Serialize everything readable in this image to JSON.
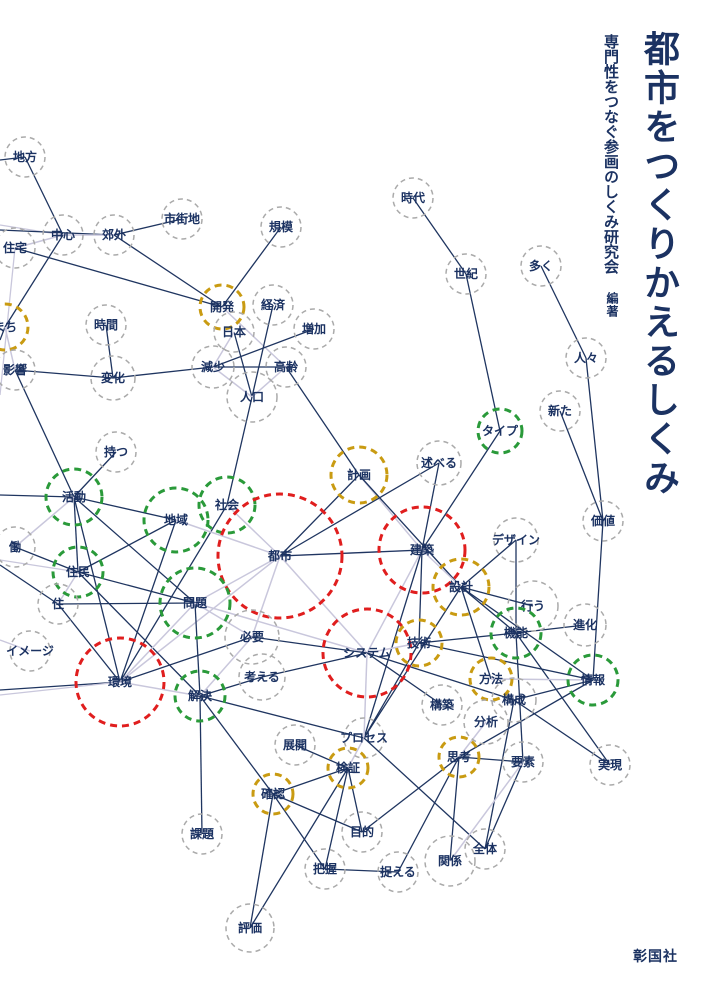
{
  "cover": {
    "title": "都市をつくりかえるしくみ",
    "subtitle": "専門性をつなぐ参画のしくみ研究会",
    "editor_role": "編著",
    "publisher": "彰国社"
  },
  "colors": {
    "text": "#1b3262",
    "edge_dark": "#1f3560",
    "edge_light": "#c9c7dc",
    "gray": "#aaaaaa",
    "gold": "#c99b12",
    "green": "#2a9a3a",
    "red": "#e01e1e"
  },
  "diagram": {
    "nodes": [
      {
        "id": "chiho",
        "label": "地方",
        "group": "gray"
      },
      {
        "id": "chushin",
        "label": "中心",
        "group": "gray"
      },
      {
        "id": "jutaku",
        "label": "住宅",
        "group": "gray"
      },
      {
        "id": "kogai",
        "label": "郊外",
        "group": "gray"
      },
      {
        "id": "shigaichi",
        "label": "市街地",
        "group": "gray"
      },
      {
        "id": "kibo",
        "label": "規模",
        "group": "gray"
      },
      {
        "id": "jidai",
        "label": "時代",
        "group": "gray"
      },
      {
        "id": "seiki",
        "label": "世紀",
        "group": "gray"
      },
      {
        "id": "ooku",
        "label": "多く",
        "group": "gray"
      },
      {
        "id": "kaihatsu",
        "label": "開発",
        "group": "gold"
      },
      {
        "id": "keizai",
        "label": "経済",
        "group": "gray"
      },
      {
        "id": "nihon",
        "label": "日本",
        "group": "gray"
      },
      {
        "id": "zouka",
        "label": "増加",
        "group": "gray"
      },
      {
        "id": "machi",
        "label": "まち",
        "group": "gold"
      },
      {
        "id": "jikan",
        "label": "時間",
        "group": "gray"
      },
      {
        "id": "henka",
        "label": "変化",
        "group": "gray"
      },
      {
        "id": "eikyo",
        "label": "影響",
        "group": "gray"
      },
      {
        "id": "genshou",
        "label": "減少",
        "group": "gray"
      },
      {
        "id": "koureii",
        "label": "高齢",
        "group": "gray"
      },
      {
        "id": "jinko",
        "label": "人口",
        "group": "gray"
      },
      {
        "id": "hitobito",
        "label": "人々",
        "group": "gray"
      },
      {
        "id": "arata",
        "label": "新た",
        "group": "gray"
      },
      {
        "id": "type",
        "label": "タイプ",
        "group": "green"
      },
      {
        "id": "motsu",
        "label": "持つ",
        "group": "gray"
      },
      {
        "id": "katsudo",
        "label": "活動",
        "group": "green"
      },
      {
        "id": "shakai",
        "label": "社会",
        "group": "green"
      },
      {
        "id": "chiiki",
        "label": "地域",
        "group": "green"
      },
      {
        "id": "keikaku",
        "label": "計画",
        "group": "gold"
      },
      {
        "id": "noberu",
        "label": "述べる",
        "group": "gray"
      },
      {
        "id": "toshi",
        "label": "都市",
        "group": "red"
      },
      {
        "id": "kenchiku",
        "label": "建築",
        "group": "red"
      },
      {
        "id": "design",
        "label": "デザイン",
        "group": "gray"
      },
      {
        "id": "kachi",
        "label": "価値",
        "group": "gray"
      },
      {
        "id": "hataraku",
        "label": "働",
        "group": "gray"
      },
      {
        "id": "jumin",
        "label": "住民",
        "group": "green"
      },
      {
        "id": "ju",
        "label": "住",
        "group": "gray"
      },
      {
        "id": "mondai",
        "label": "問題",
        "group": "green"
      },
      {
        "id": "sekkei",
        "label": "設計",
        "group": "gold"
      },
      {
        "id": "okonau",
        "label": "行う",
        "group": "gray"
      },
      {
        "id": "kinou",
        "label": "機能",
        "group": "green"
      },
      {
        "id": "shinka",
        "label": "進化",
        "group": "gray"
      },
      {
        "id": "hitsuyo",
        "label": "必要",
        "group": "gray"
      },
      {
        "id": "image",
        "label": "イメージ",
        "group": "gray"
      },
      {
        "id": "system",
        "label": "システム",
        "group": "red"
      },
      {
        "id": "gijutsu",
        "label": "技術",
        "group": "gold"
      },
      {
        "id": "kangaeru",
        "label": "考える",
        "group": "gray"
      },
      {
        "id": "kankyo",
        "label": "環境",
        "group": "red"
      },
      {
        "id": "kaiketsu",
        "label": "解決",
        "group": "green"
      },
      {
        "id": "houhou",
        "label": "方法",
        "group": "gold"
      },
      {
        "id": "jouhou",
        "label": "情報",
        "group": "green"
      },
      {
        "id": "kousei",
        "label": "構成",
        "group": "gray"
      },
      {
        "id": "kouchiku",
        "label": "構築",
        "group": "gray"
      },
      {
        "id": "bunseki",
        "label": "分析",
        "group": "gray"
      },
      {
        "id": "process",
        "label": "プロセス",
        "group": "gray"
      },
      {
        "id": "tenkai",
        "label": "展開",
        "group": "gray"
      },
      {
        "id": "shikou",
        "label": "思考",
        "group": "gold"
      },
      {
        "id": "youso",
        "label": "要素",
        "group": "gray"
      },
      {
        "id": "jitsugen",
        "label": "実現",
        "group": "gray"
      },
      {
        "id": "kensho",
        "label": "検証",
        "group": "gold"
      },
      {
        "id": "kakunin",
        "label": "確認",
        "group": "gold"
      },
      {
        "id": "kadai",
        "label": "課題",
        "group": "gray"
      },
      {
        "id": "mokuteki",
        "label": "目的",
        "group": "gray"
      },
      {
        "id": "zentai",
        "label": "全体",
        "group": "gray"
      },
      {
        "id": "kankei",
        "label": "関係",
        "group": "gray"
      },
      {
        "id": "haaku",
        "label": "把握",
        "group": "gray"
      },
      {
        "id": "toraeru",
        "label": "捉える",
        "group": "gray"
      },
      {
        "id": "hyouka",
        "label": "評価",
        "group": "gray"
      }
    ],
    "edges": [
      [
        "chiho",
        "chushin",
        "d"
      ],
      [
        "chushin",
        "kogai",
        "l"
      ],
      [
        "chushin",
        "jutaku",
        "l"
      ],
      [
        "kogai",
        "shigaichi",
        "d"
      ],
      [
        "kogai",
        "kaihatsu",
        "d"
      ],
      [
        "jutaku",
        "kaihatsu",
        "d"
      ],
      [
        "chushin",
        "machi",
        "d"
      ],
      [
        "kibo",
        "kaihatsu",
        "d"
      ],
      [
        "jidai",
        "seiki",
        "d"
      ],
      [
        "seiki",
        "type",
        "d"
      ],
      [
        "ooku",
        "hitobito",
        "d"
      ],
      [
        "hitobito",
        "kachi",
        "d"
      ],
      [
        "arata",
        "kachi",
        "d"
      ],
      [
        "kaihatsu",
        "koureii",
        "l"
      ],
      [
        "keizai",
        "jinko",
        "d"
      ],
      [
        "nihon",
        "jinko",
        "d"
      ],
      [
        "nihon",
        "genshou",
        "l"
      ],
      [
        "zouka",
        "genshou",
        "d"
      ],
      [
        "genshou",
        "koureii",
        "d"
      ],
      [
        "genshou",
        "jinko",
        "l"
      ],
      [
        "koureii",
        "jinko",
        "l"
      ],
      [
        "koureii",
        "keikaku",
        "d"
      ],
      [
        "jikan",
        "henka",
        "d"
      ],
      [
        "eikyo",
        "henka",
        "d"
      ],
      [
        "henka",
        "genshou",
        "d"
      ],
      [
        "machi",
        "eikyo",
        "l"
      ],
      [
        "eikyo",
        "katsudo",
        "d"
      ],
      [
        "jinko",
        "shakai",
        "d"
      ],
      [
        "type",
        "kenchiku",
        "d"
      ],
      [
        "motsu",
        "katsudo",
        "d"
      ],
      [
        "katsudo",
        "chiiki",
        "d"
      ],
      [
        "katsudo",
        "jumin",
        "d"
      ],
      [
        "katsudo",
        "kankyo",
        "d"
      ],
      [
        "katsudo",
        "mondai",
        "d"
      ],
      [
        "katsudo",
        "hataraku",
        "l"
      ],
      [
        "shakai",
        "toshi",
        "l"
      ],
      [
        "shakai",
        "kankyo",
        "d"
      ],
      [
        "chiiki",
        "jumin",
        "d"
      ],
      [
        "chiiki",
        "kankyo",
        "d"
      ],
      [
        "chiiki",
        "toshi",
        "l"
      ],
      [
        "keikaku",
        "kenchiku",
        "l"
      ],
      [
        "keikaku",
        "toshi",
        "d"
      ],
      [
        "keikaku",
        "sekkei",
        "d"
      ],
      [
        "noberu",
        "kenchiku",
        "d"
      ],
      [
        "noberu",
        "toshi",
        "d"
      ],
      [
        "toshi",
        "kenchiku",
        "l"
      ],
      [
        "toshi",
        "mondai",
        "l"
      ],
      [
        "toshi",
        "system",
        "l"
      ],
      [
        "toshi",
        "kankyo",
        "l"
      ],
      [
        "toshi",
        "hitsuyo",
        "l"
      ],
      [
        "kenchiku",
        "sekkei",
        "l"
      ],
      [
        "kenchiku",
        "gijutsu",
        "d"
      ],
      [
        "kenchiku",
        "system",
        "l"
      ],
      [
        "kenchiku",
        "process",
        "d"
      ],
      [
        "kenchiku",
        "toshi",
        "d"
      ],
      [
        "design",
        "sekkei",
        "d"
      ],
      [
        "design",
        "kinou",
        "d"
      ],
      [
        "kachi",
        "jouhou",
        "d"
      ],
      [
        "jumin",
        "mondai",
        "d"
      ],
      [
        "jumin",
        "kaiketsu",
        "d"
      ],
      [
        "jumin",
        "ju",
        "l"
      ],
      [
        "ju",
        "mondai",
        "d"
      ],
      [
        "ju",
        "kankyo",
        "d"
      ],
      [
        "hataraku",
        "jumin",
        "d"
      ],
      [
        "mondai",
        "kaiketsu",
        "d"
      ],
      [
        "mondai",
        "kankyo",
        "l"
      ],
      [
        "mondai",
        "system",
        "l"
      ],
      [
        "mondai",
        "hitsuyo",
        "l"
      ],
      [
        "sekkei",
        "kinou",
        "d"
      ],
      [
        "sekkei",
        "okonau",
        "d"
      ],
      [
        "sekkei",
        "jouhou",
        "d"
      ],
      [
        "sekkei",
        "houhou",
        "d"
      ],
      [
        "sekkei",
        "process",
        "d"
      ],
      [
        "kinou",
        "gijutsu",
        "d"
      ],
      [
        "kinou",
        "shinka",
        "d"
      ],
      [
        "kinou",
        "jitsugen",
        "d"
      ],
      [
        "kinou",
        "youso",
        "d"
      ],
      [
        "gijutsu",
        "system",
        "l"
      ],
      [
        "gijutsu",
        "jouhou",
        "d"
      ],
      [
        "gijutsu",
        "process",
        "d"
      ],
      [
        "hitsuyo",
        "kankyo",
        "d"
      ],
      [
        "hitsuyo",
        "kaiketsu",
        "l"
      ],
      [
        "hitsuyo",
        "system",
        "d"
      ],
      [
        "kangaeru",
        "system",
        "d"
      ],
      [
        "kangaeru",
        "kaiketsu",
        "d"
      ],
      [
        "kankyo",
        "kaiketsu",
        "l"
      ],
      [
        "kaiketsu",
        "process",
        "d"
      ],
      [
        "kaiketsu",
        "kadai",
        "d"
      ],
      [
        "kaiketsu",
        "kakunin",
        "d"
      ],
      [
        "system",
        "kouchiku",
        "d"
      ],
      [
        "system",
        "process",
        "l"
      ],
      [
        "system",
        "kousei",
        "d"
      ],
      [
        "houhou",
        "jouhou",
        "l"
      ],
      [
        "jouhou",
        "kousei",
        "d"
      ],
      [
        "jouhou",
        "shikou",
        "d"
      ],
      [
        "kousei",
        "jitsugen",
        "d"
      ],
      [
        "kousei",
        "zentai",
        "d"
      ],
      [
        "bunseki",
        "shikou",
        "l"
      ],
      [
        "process",
        "kensho",
        "l"
      ],
      [
        "process",
        "zentai",
        "d"
      ],
      [
        "tenkai",
        "kensho",
        "d"
      ],
      [
        "kensho",
        "kakunin",
        "d"
      ],
      [
        "kensho",
        "mokuteki",
        "d"
      ],
      [
        "kensho",
        "haaku",
        "d"
      ],
      [
        "kensho",
        "hyouka",
        "d"
      ],
      [
        "kakunin",
        "mokuteki",
        "d"
      ],
      [
        "kakunin",
        "haaku",
        "d"
      ],
      [
        "kakunin",
        "hyouka",
        "d"
      ],
      [
        "shikou",
        "youso",
        "d"
      ],
      [
        "shikou",
        "mokuteki",
        "d"
      ],
      [
        "shikou",
        "toraeru",
        "d"
      ],
      [
        "shikou",
        "kankei",
        "d"
      ],
      [
        "youso",
        "zentai",
        "d"
      ],
      [
        "youso",
        "kankei",
        "l"
      ],
      [
        "haaku",
        "toraeru",
        "d"
      ]
    ]
  }
}
